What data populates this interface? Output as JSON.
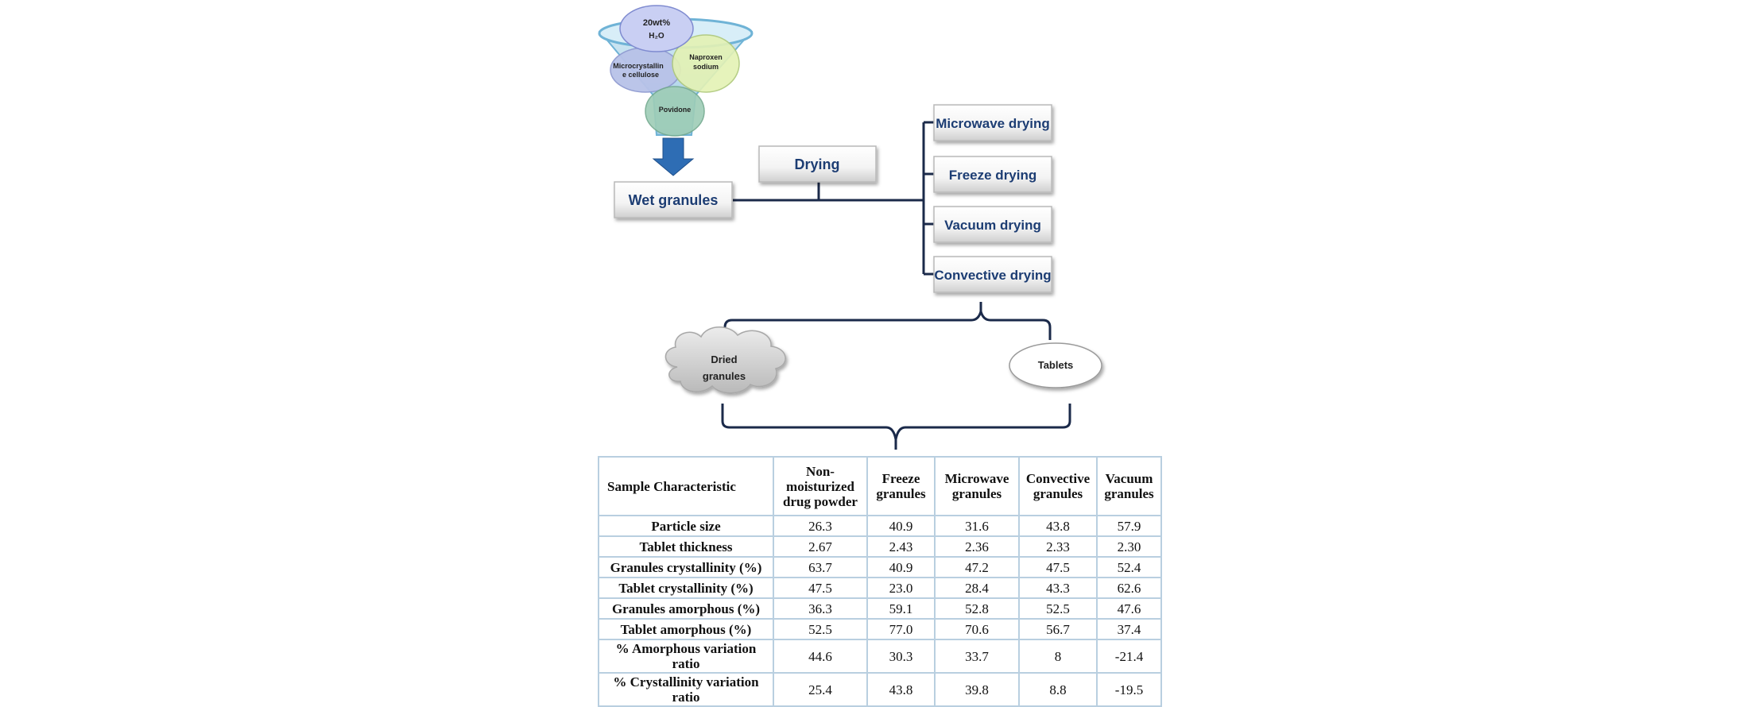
{
  "funnel": {
    "ingredients": {
      "water": [
        "20wt%",
        "H₂O"
      ],
      "mcc": [
        "Microcrystallin",
        "e cellulose"
      ],
      "naproxen": [
        "Naproxen",
        "sodium"
      ],
      "povidone": "Povidone"
    }
  },
  "flow": {
    "wet_granules": "Wet granules",
    "drying": "Drying",
    "methods": [
      "Microwave drying",
      "Freeze drying",
      "Vacuum drying",
      "Convective drying"
    ],
    "dried_granules": [
      "Dried",
      "granules"
    ],
    "tablets": "Tablets"
  },
  "table": {
    "headers": [
      "Sample Characteristic",
      "Non-moisturized drug powder",
      "Freeze granules",
      "Microwave granules",
      "Convective granules",
      "Vacuum granules"
    ],
    "rows": [
      {
        "label": "Particle size",
        "values": [
          "26.3",
          "40.9",
          "31.6",
          "43.8",
          "57.9"
        ]
      },
      {
        "label": "Tablet thickness",
        "values": [
          "2.67",
          "2.43",
          "2.36",
          "2.33",
          "2.30"
        ]
      },
      {
        "label": "Granules crystallinity (%)",
        "values": [
          "63.7",
          "40.9",
          "47.2",
          "47.5",
          "52.4"
        ]
      },
      {
        "label": "Tablet crystallinity (%)",
        "values": [
          "47.5",
          "23.0",
          "28.4",
          "43.3",
          "62.6"
        ]
      },
      {
        "label": "Granules amorphous (%)",
        "values": [
          "36.3",
          "59.1",
          "52.8",
          "52.5",
          "47.6"
        ]
      },
      {
        "label": "Tablet amorphous (%)",
        "values": [
          "52.5",
          "77.0",
          "70.6",
          "56.7",
          "37.4"
        ]
      },
      {
        "label": "% Amorphous variation ratio",
        "values": [
          "44.6",
          "30.3",
          "33.7",
          "8",
          "-21.4"
        ]
      },
      {
        "label": "% Crystallinity variation ratio",
        "values": [
          "25.4",
          "43.8",
          "39.8",
          "8.8",
          "-19.5"
        ]
      }
    ]
  },
  "colors": {
    "box_text": "#1f3d73",
    "connector": "#1b2a4a",
    "arrow": "#2e6db4",
    "table_border": "#b9cfe0"
  }
}
